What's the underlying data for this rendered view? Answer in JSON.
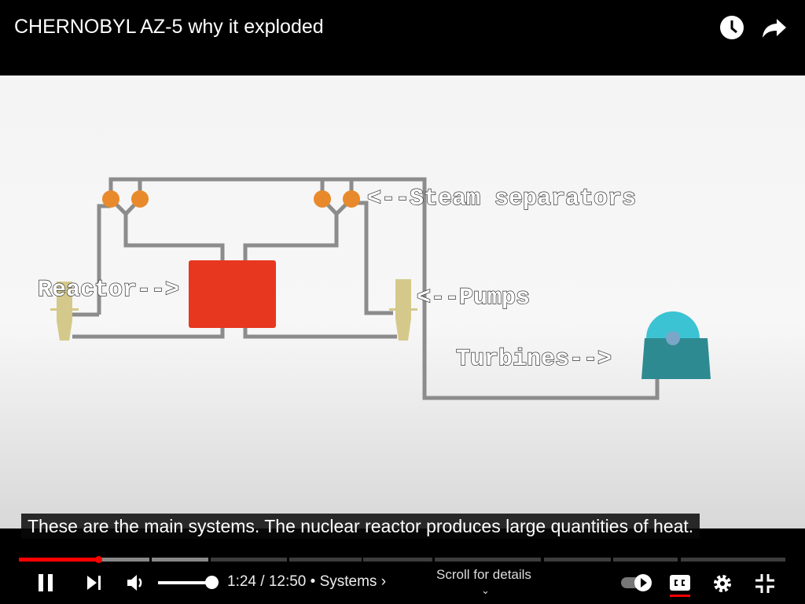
{
  "header": {
    "title": "CHERNOBYL AZ-5 why it exploded",
    "icons": [
      "watch-later-icon",
      "share-icon"
    ]
  },
  "video": {
    "labels": {
      "steam": "<--Steam separators",
      "reactor": "Reactor-->",
      "pumps": "<--Pumps",
      "turbines": "Turbines-->"
    }
  },
  "caption": "These are the main systems.  The nuclear reactor produces large quantities of heat.",
  "player": {
    "current_time": "1:24",
    "duration": "12:50",
    "time_display": "1:24 / 12:50",
    "chapter": "• Systems",
    "chapter_chevron": "›",
    "scroll_hint": "Scroll for details",
    "progress_fraction": 0.109,
    "volume_fraction": 1.0,
    "colors": {
      "progress": "#ff0000",
      "buffer": "#888888"
    }
  }
}
